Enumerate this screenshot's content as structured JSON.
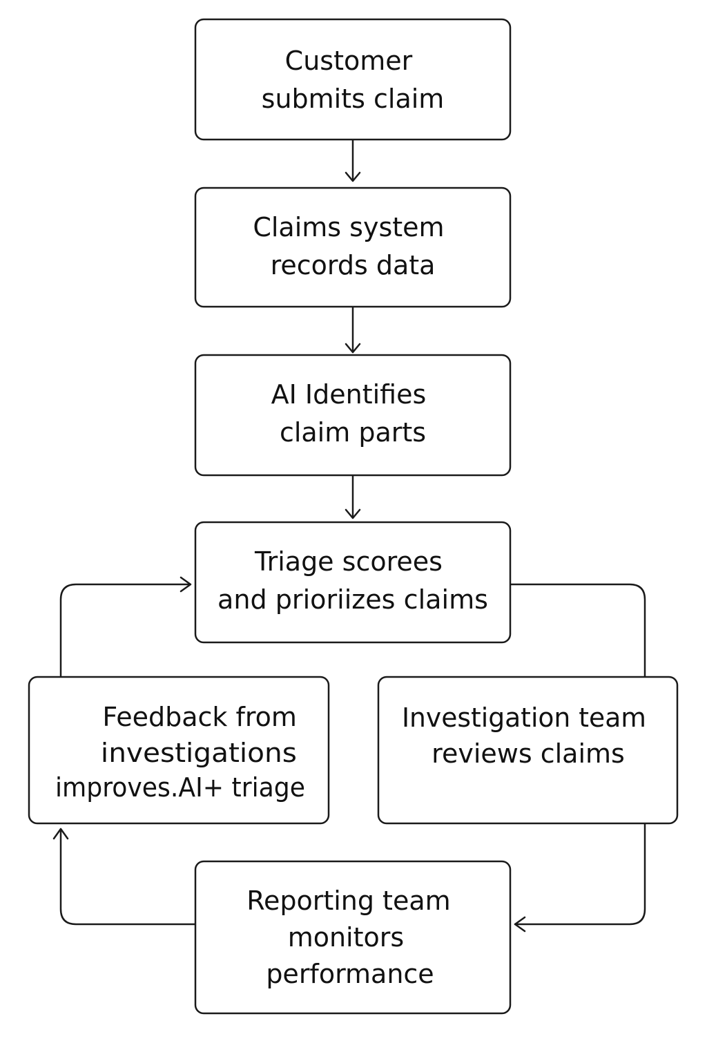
{
  "nodes": {
    "submit": {
      "lines": [
        "Customer",
        "submits claim"
      ]
    },
    "record": {
      "lines": [
        "Claims system",
        "records data"
      ]
    },
    "identify": {
      "lines": [
        "AI Identifies",
        "claim parts"
      ]
    },
    "triage": {
      "lines": [
        "Triage scorees",
        "and prioriizes claims"
      ]
    },
    "feedback": {
      "lines": [
        "Feedback from",
        "investigations",
        "improves.AI+ triage"
      ]
    },
    "investigate": {
      "lines": [
        "Investigation team",
        "reviews claims"
      ]
    },
    "report": {
      "lines": [
        "Reporting team",
        "monitors",
        "performance"
      ]
    }
  },
  "colors": {
    "stroke": "#1a1a1a",
    "background": "#ffffff",
    "text": "#111111"
  }
}
